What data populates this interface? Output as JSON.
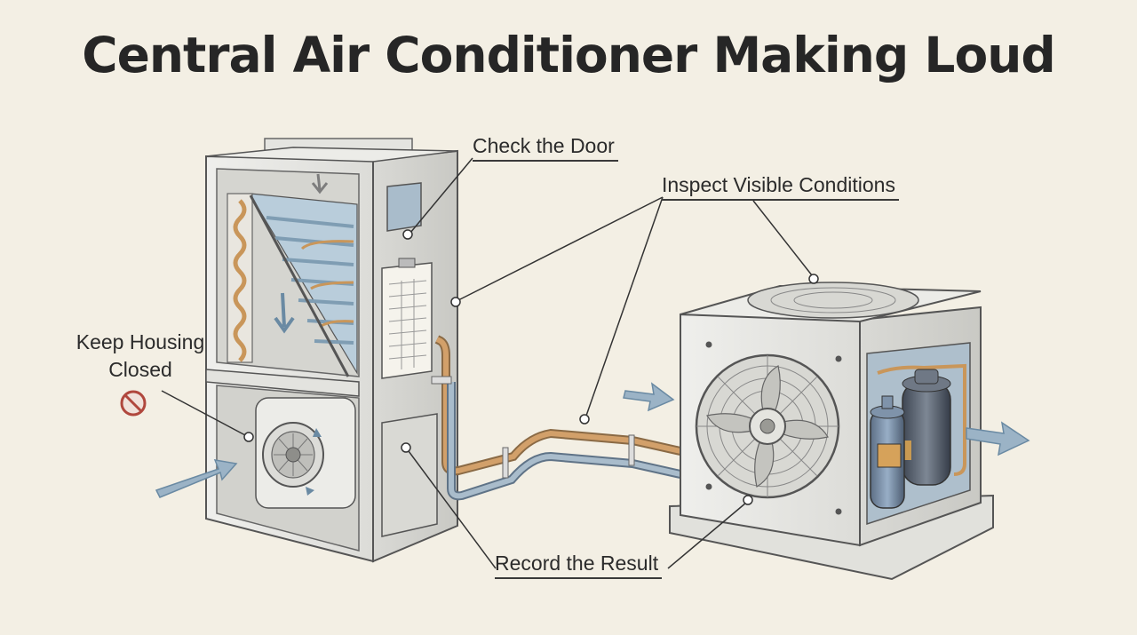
{
  "title": "Central Air Conditioner Making Loud",
  "labels": {
    "keep_housing_closed": [
      "Keep Housing",
      "Closed"
    ],
    "check_door": "Check the Door",
    "inspect_visible": "Inspect Visible Conditions",
    "record_result": "Record the Result"
  },
  "icons": {
    "no_entry": "prohibition-icon",
    "airflow": "airflow-arrow-icon"
  },
  "colors": {
    "background": "#f3efe4",
    "copper_line": "#c9965a",
    "coil_blue": "#8fb0c6",
    "cabinet": "#e6e6e2",
    "warning": "#b0473d"
  }
}
